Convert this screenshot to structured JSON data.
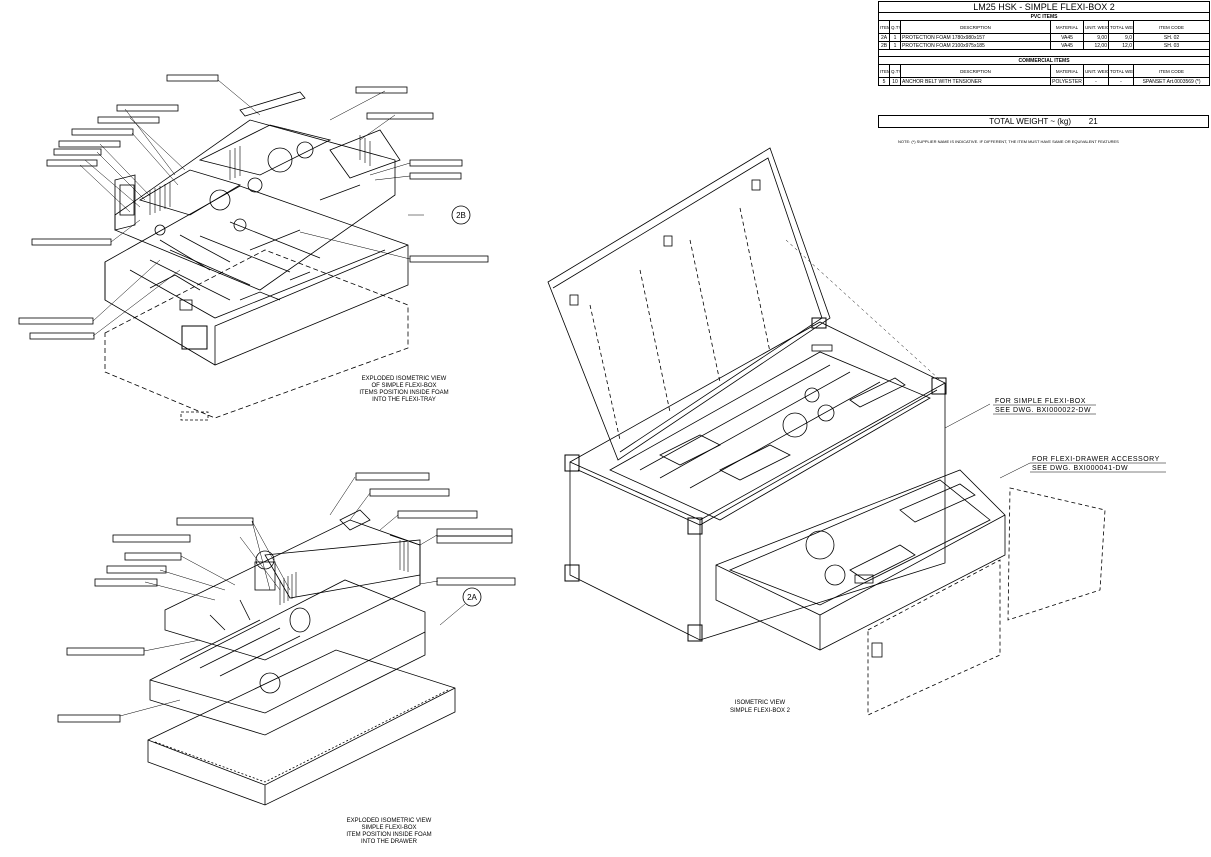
{
  "bom": {
    "title": "LM25 HSK - SIMPLE FLEXI-BOX 2",
    "pvc_section": "PVC ITEMS",
    "commercial_section": "COMMERCIAL ITEMS",
    "headers": [
      "ITEM",
      "Q.TY",
      "DESCRIPTION",
      "MATERIAL",
      "UNIT. WEIGHT",
      "TOTAL WEIGHT",
      "ITEM CODE"
    ],
    "pvc_rows": [
      [
        "2A",
        "1",
        "PROTECTION FOAM 1780x980x157",
        "VA45",
        "9,00",
        "9,0",
        "SH. 02"
      ],
      [
        "2B",
        "1",
        "PROTECTION FOAM 2100x975x185",
        "VA45",
        "12,00",
        "12,0",
        "SH. 03"
      ]
    ],
    "commercial_rows": [
      [
        "5",
        "10",
        "ANCHOR BELT WITH TENSIONER",
        "POLYESTER",
        "-",
        "-",
        "SPANSET Art.0003569 (*)"
      ]
    ],
    "total_label": "TOTAL WEIGHT ~ (kg)",
    "total_value": "21",
    "note": "NOTE: (*) SUPPLIER NAME IS INDICATIVE. IF DIFFERENT, THE ITEM MUST HAVE SAME OR EQUIVALENT FEATURES"
  },
  "balloons": {
    "top": "2B",
    "bottom": "2A"
  },
  "callouts_main": {
    "box": [
      "FOR SIMPLE FLEXI-BOX",
      "SEE DWG. BXI000022-DW"
    ],
    "drawer": [
      "FOR FLEXI-DRAWER ACCESSORY",
      "SEE DWG. BXI000041-DW"
    ]
  },
  "captions": {
    "top": [
      "EXPLODED ISOMETRIC VIEW",
      "OF SIMPLE FLEXI-BOX",
      "ITEMS POSITION INSIDE FOAM",
      "INTO THE FLEXI-TRAY"
    ],
    "main": [
      "ISOMETRIC VIEW",
      "SIMPLE FLEXI-BOX 2"
    ],
    "bottom": [
      "EXPLODED ISOMETRIC VIEW",
      "SIMPLE FLEXI-BOX",
      "ITEM POSITION INSIDE FOAM",
      "INTO THE DRAWER"
    ]
  }
}
